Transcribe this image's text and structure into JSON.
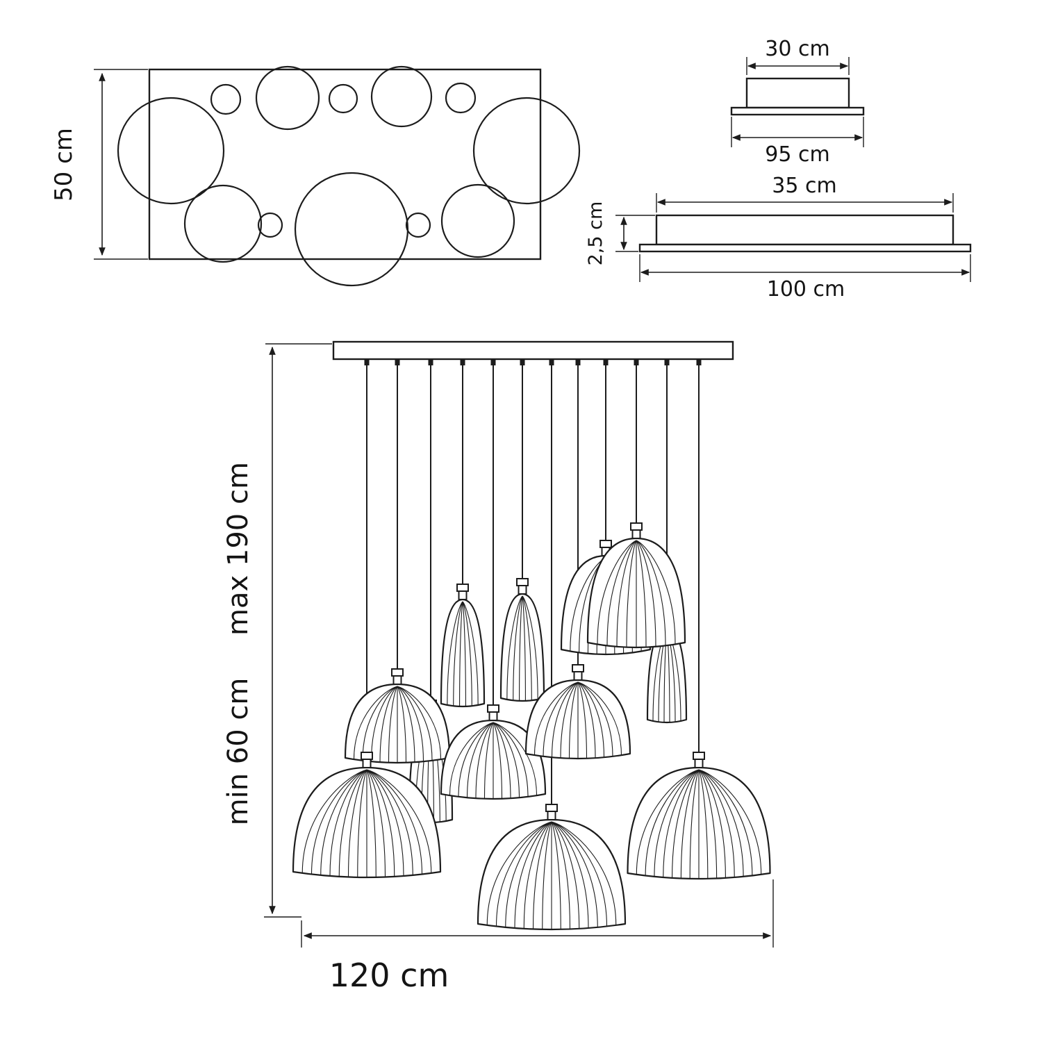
{
  "plan_view": {
    "height_dim": "50 cm"
  },
  "canopy_small_profile": {
    "width_top_dim": "30 cm",
    "width_bottom_dim": "95 cm"
  },
  "canopy_large_profile": {
    "width_top_dim": "35 cm",
    "thickness_dim": "2,5 cm",
    "width_bottom_dim": "100 cm"
  },
  "front_view": {
    "drop_max_dim": "max 190 cm",
    "drop_min_dim": "min 60 cm",
    "width_dim": "120 cm"
  }
}
